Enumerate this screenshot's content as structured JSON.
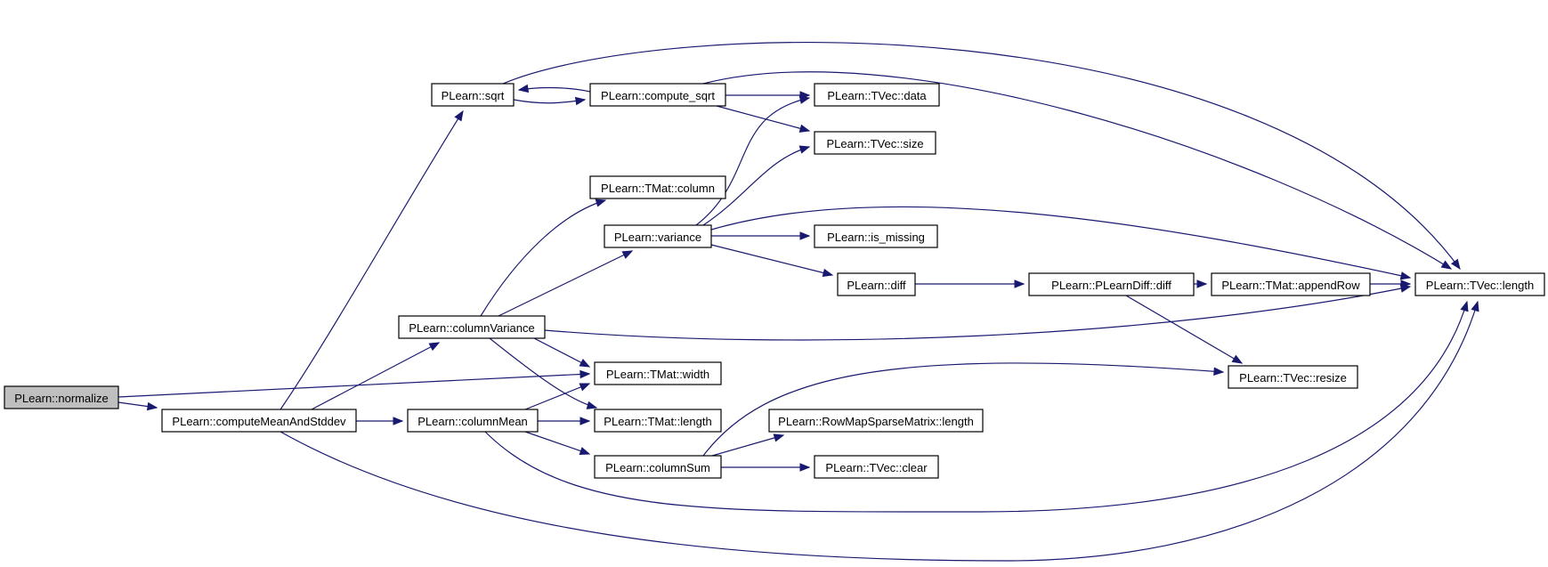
{
  "graph": {
    "edge_color": "#191970",
    "root_fill": "#bfbfbf",
    "node_fill": "#ffffff",
    "nodes": [
      {
        "id": "normalize",
        "label": "PLearn::normalize",
        "root": true
      },
      {
        "id": "computeMeanAndStddev",
        "label": "PLearn::computeMeanAndStddev"
      },
      {
        "id": "sqrt",
        "label": "PLearn::sqrt"
      },
      {
        "id": "compute_sqrt",
        "label": "PLearn::compute_sqrt"
      },
      {
        "id": "tvec_data",
        "label": "PLearn::TVec::data"
      },
      {
        "id": "tvec_size",
        "label": "PLearn::TVec::size"
      },
      {
        "id": "tmat_column",
        "label": "PLearn::TMat::column"
      },
      {
        "id": "variance",
        "label": "PLearn::variance"
      },
      {
        "id": "is_missing",
        "label": "PLearn::is_missing"
      },
      {
        "id": "diff",
        "label": "PLearn::diff"
      },
      {
        "id": "plearndiff_diff",
        "label": "PLearn::PLearnDiff::diff"
      },
      {
        "id": "tmat_appendRow",
        "label": "PLearn::TMat::appendRow"
      },
      {
        "id": "tvec_length",
        "label": "PLearn::TVec::length"
      },
      {
        "id": "columnVariance",
        "label": "PLearn::columnVariance"
      },
      {
        "id": "tmat_width",
        "label": "PLearn::TMat::width"
      },
      {
        "id": "tvec_resize",
        "label": "PLearn::TVec::resize"
      },
      {
        "id": "columnMean",
        "label": "PLearn::columnMean"
      },
      {
        "id": "tmat_length",
        "label": "PLearn::TMat::length"
      },
      {
        "id": "rowmap_length",
        "label": "PLearn::RowMapSparseMatrix::length"
      },
      {
        "id": "columnSum",
        "label": "PLearn::columnSum"
      },
      {
        "id": "tvec_clear",
        "label": "PLearn::TVec::clear"
      }
    ],
    "edges": [
      {
        "from": "normalize",
        "to": "computeMeanAndStddev"
      },
      {
        "from": "normalize",
        "to": "tmat_width"
      },
      {
        "from": "computeMeanAndStddev",
        "to": "sqrt"
      },
      {
        "from": "computeMeanAndStddev",
        "to": "columnVariance"
      },
      {
        "from": "computeMeanAndStddev",
        "to": "columnMean"
      },
      {
        "from": "computeMeanAndStddev",
        "to": "tvec_length"
      },
      {
        "from": "sqrt",
        "to": "compute_sqrt"
      },
      {
        "from": "sqrt",
        "to": "tvec_length"
      },
      {
        "from": "compute_sqrt",
        "to": "sqrt"
      },
      {
        "from": "compute_sqrt",
        "to": "tvec_data"
      },
      {
        "from": "compute_sqrt",
        "to": "tvec_size"
      },
      {
        "from": "compute_sqrt",
        "to": "tvec_length"
      },
      {
        "from": "columnVariance",
        "to": "tmat_column"
      },
      {
        "from": "columnVariance",
        "to": "variance"
      },
      {
        "from": "columnVariance",
        "to": "tvec_length"
      },
      {
        "from": "columnVariance",
        "to": "tmat_width"
      },
      {
        "from": "columnVariance",
        "to": "tmat_length"
      },
      {
        "from": "variance",
        "to": "tvec_data"
      },
      {
        "from": "variance",
        "to": "tvec_size"
      },
      {
        "from": "variance",
        "to": "tvec_length"
      },
      {
        "from": "variance",
        "to": "is_missing"
      },
      {
        "from": "variance",
        "to": "diff"
      },
      {
        "from": "diff",
        "to": "plearndiff_diff"
      },
      {
        "from": "plearndiff_diff",
        "to": "tmat_appendRow"
      },
      {
        "from": "plearndiff_diff",
        "to": "tvec_resize"
      },
      {
        "from": "tmat_appendRow",
        "to": "tvec_length"
      },
      {
        "from": "columnMean",
        "to": "tmat_width"
      },
      {
        "from": "columnMean",
        "to": "tmat_length"
      },
      {
        "from": "columnMean",
        "to": "columnSum"
      },
      {
        "from": "columnMean",
        "to": "tvec_length"
      },
      {
        "from": "columnSum",
        "to": "tvec_resize"
      },
      {
        "from": "columnSum",
        "to": "rowmap_length"
      },
      {
        "from": "columnSum",
        "to": "tvec_clear"
      }
    ]
  }
}
